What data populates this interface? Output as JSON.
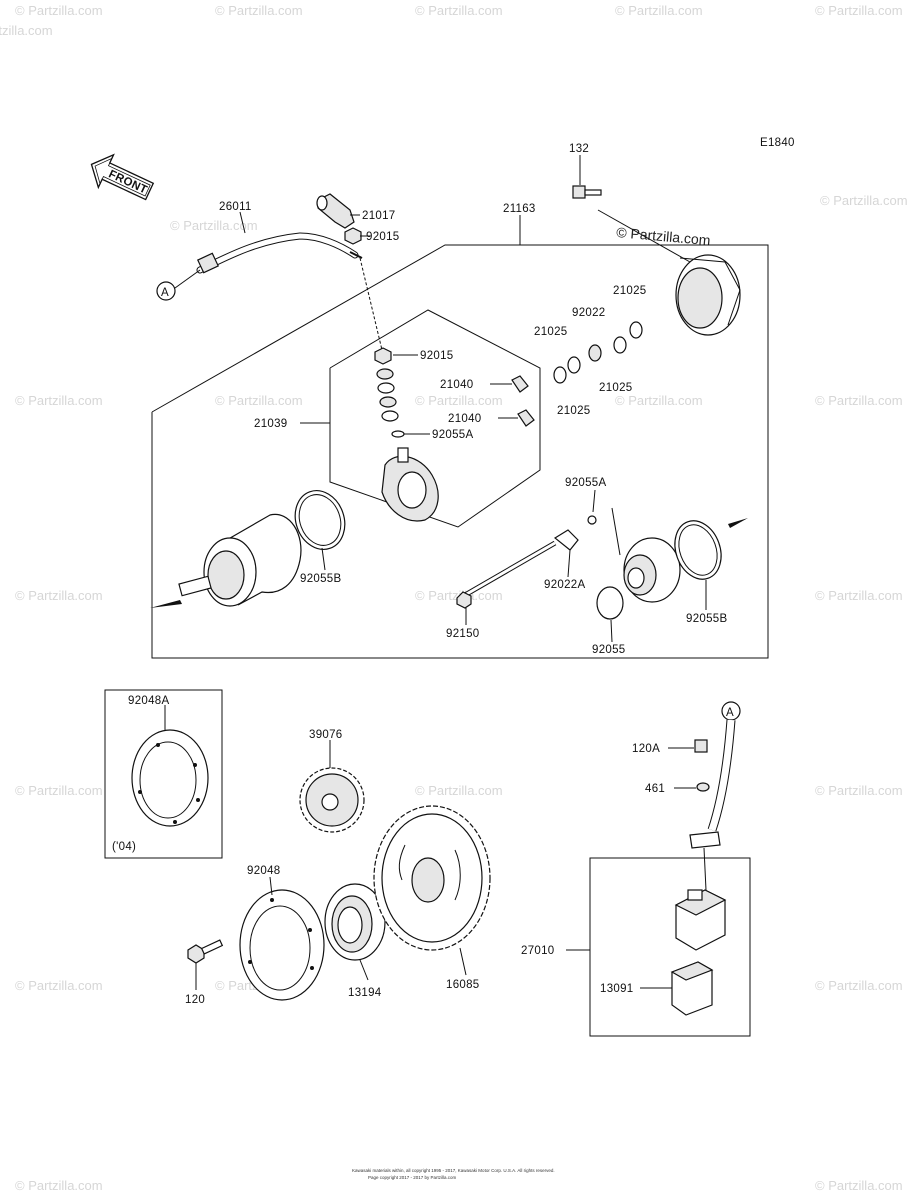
{
  "diagram_code": "E1840",
  "brand": "© Partzilla.com",
  "watermark": "© Partzilla.com",
  "front_label": "FRONT",
  "ref_marker": "A",
  "year_note": "('04)",
  "copyright": "Kawasaki materials within, all copyright 1995 - 2017, Kawasaki Motor Corp. U.S.A. All rights reserved.",
  "copyright2": "Page copyright 2017 - 2017 by Partzilla.com",
  "labels": {
    "p132": "132",
    "p26011": "26011",
    "p21017": "21017",
    "p92015a": "92015",
    "p21163": "21163",
    "p21025a": "21025",
    "p92022": "92022",
    "p21025b": "21025",
    "p21025c": "21025",
    "p21025d": "21025",
    "p92015b": "92015",
    "p21040a": "21040",
    "p21040b": "21040",
    "p21039": "21039",
    "p92055A1": "92055A",
    "p92055A2": "92055A",
    "p92055B1": "92055B",
    "p92022A": "92022A",
    "p92150": "92150",
    "p92055": "92055",
    "p92055B2": "92055B",
    "p92048A": "92048A",
    "p39076": "39076",
    "p120A": "120A",
    "p461": "461",
    "p92048": "92048",
    "p27010": "27010",
    "p13091": "13091",
    "p120": "120",
    "p13194": "13194",
    "p16085": "16085"
  }
}
